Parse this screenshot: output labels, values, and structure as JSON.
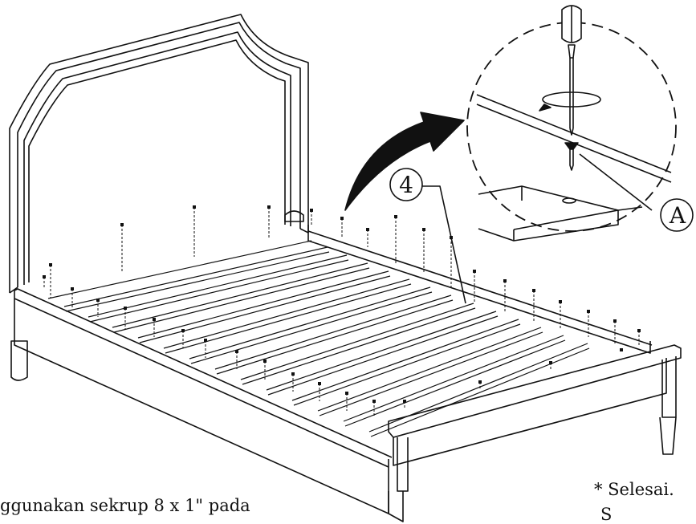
{
  "callouts": {
    "part_number": "4",
    "screw_label": "A"
  },
  "captions": {
    "instruction": "ggunakan sekrup 8 x 1\" pada",
    "note_line1": "* Selesai.",
    "note_line2": "S"
  },
  "colors": {
    "line": "#111111",
    "arrow": "#111111",
    "background": "#ffffff"
  }
}
